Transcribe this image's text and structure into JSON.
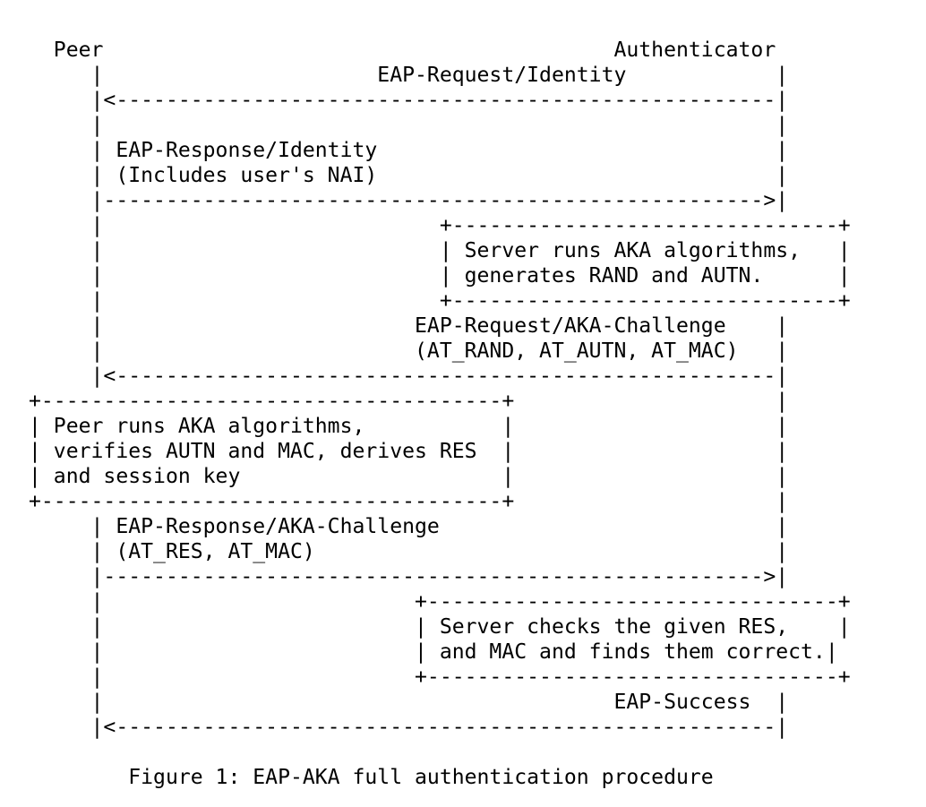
{
  "diagram": {
    "lines": [
      "  Peer                                         Authenticator",
      "     |                      EAP-Request/Identity            |",
      "     |<-----------------------------------------------------|",
      "     |                                                      |",
      "     | EAP-Response/Identity                                |",
      "     | (Includes user's NAI)                                |",
      "     |----------------------------------------------------->|",
      "     |                           +-------------------------------+",
      "     |                           | Server runs AKA algorithms,   |",
      "     |                           | generates RAND and AUTN.      |",
      "     |                           +-------------------------------+",
      "     |                         EAP-Request/AKA-Challenge    |",
      "     |                         (AT_RAND, AT_AUTN, AT_MAC)   |",
      "     |<-----------------------------------------------------|",
      "+-------------------------------------+                     |",
      "| Peer runs AKA algorithms,           |                     |",
      "| verifies AUTN and MAC, derives RES  |                     |",
      "| and session key                     |                     |",
      "+-------------------------------------+                     |",
      "     | EAP-Response/AKA-Challenge                           |",
      "     | (AT_RES, AT_MAC)                                     |",
      "     |----------------------------------------------------->|",
      "     |                         +---------------------------------+",
      "     |                         | Server checks the given RES,    |",
      "     |                         | and MAC and finds them correct.|",
      "     |                         +---------------------------------+",
      "     |                                         EAP-Success  |",
      "     |<-----------------------------------------------------|"
    ]
  },
  "caption": "        Figure 1: EAP-AKA full authentication procedure"
}
